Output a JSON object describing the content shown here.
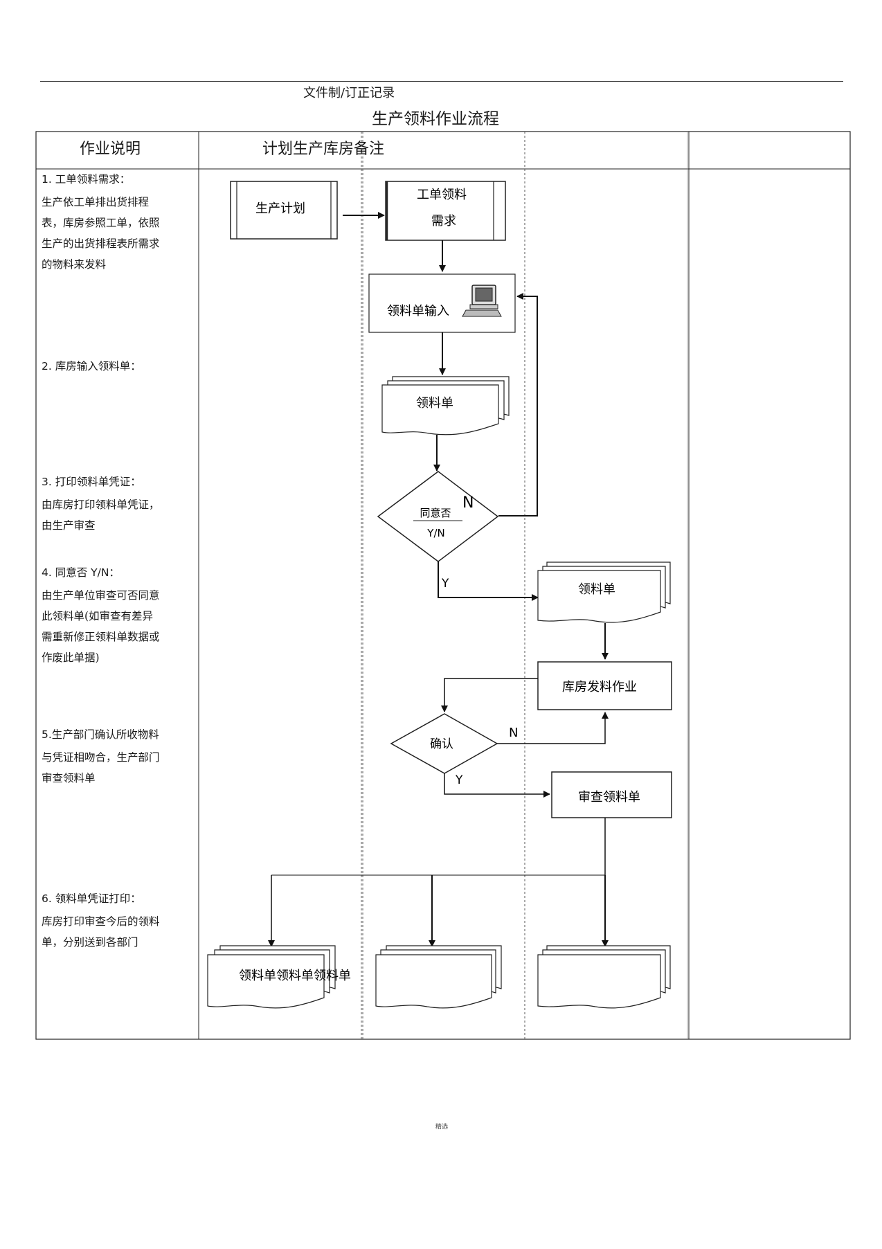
{
  "doc": {
    "revision_record": "文件制/订正记录",
    "title": "生产领料作业流程",
    "footer": "精选"
  },
  "table": {
    "col_desc_header": "作业说明",
    "col_lanes_header": "计划生产库房备注"
  },
  "steps": [
    {
      "title": "1.  工单领料需求：",
      "body": [
        "生产依工单排出货排程",
        "表，库房参照工单，依照",
        "生产的出货排程表所需求",
        "的物料来发料"
      ]
    },
    {
      "title": "2. 库房输入领料单：",
      "body": []
    },
    {
      "title": "3. 打印领料单凭证：",
      "body": [
        "由库房打印领料单凭证，",
        "由生产审查"
      ]
    },
    {
      "title": "4. 同意否 Y/N：",
      "body": [
        "由生产单位审查可否同意",
        "此领料单(如审查有差异",
        "需重新修正领料单数据或",
        "作废此单据)"
      ]
    },
    {
      "title": "5.生产部门确认所收物料",
      "body": [
        "与凭证相吻合，生产部门",
        "审查领料单"
      ]
    },
    {
      "title": "6. 领料单凭证打印：",
      "body": [
        "库房打印审查今后的领料",
        "单，分别送到各部门"
      ]
    }
  ],
  "flow": {
    "production_plan": "生产计划",
    "work_order_req_line1": "工单领料",
    "work_order_req_line2": "需求",
    "requisition_input": "领料单输入",
    "requisition_doc": "领料单",
    "approve_decision_line1": "同意否",
    "approve_decision_line2": "Y/N",
    "n_label": "N",
    "y_label": "Y",
    "requisition_doc_2": "领料单",
    "warehouse_issue": "库房发料作业",
    "confirm_decision": "确认",
    "confirm_n": "N",
    "confirm_y": "Y",
    "review_requisition": "审查领料单",
    "output_docs_label": "领料单领料单领料单"
  },
  "icons": [
    "computer-icon"
  ]
}
